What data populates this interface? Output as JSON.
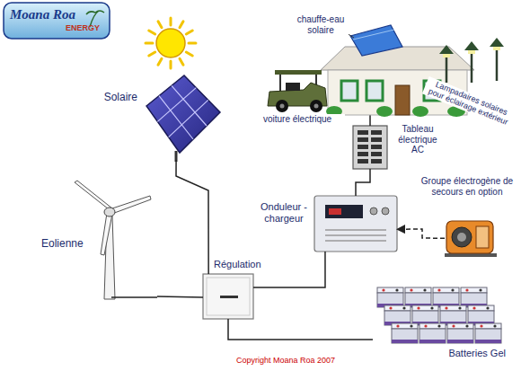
{
  "diagram": {
    "nodes": [
      {
        "text": [
          "Solaire"
        ]
      },
      {
        "text": [
          "Tableau électrique AC"
        ]
      },
      {
        "text": [
          "Onduleur - chargeur"
        ]
      },
      {
        "text": [
          "Groupe électrogène de secours en option"
        ]
      },
      {
        "text": [
          "Eolienne"
        ]
      },
      {
        "text": [
          "Régulation"
        ]
      },
      {
        "text": [
          "Batteries Gel"
        ]
      }
    ],
    "edges": [
      {
        "from": 0,
        "to": 5,
        "arrow": "none"
      },
      {
        "from": 4,
        "to": 5,
        "arrow": "none"
      },
      {
        "from": 5,
        "to": 6,
        "arrow": "none"
      },
      {
        "from": 5,
        "to": 2,
        "arrow": "none"
      },
      {
        "from": 2,
        "to": 1,
        "arrow": "none"
      },
      {
        "from": 3,
        "to": 2,
        "arrow": "to"
      }
    ],
    "labels": [
      "Moana Roa",
      "ENERGY",
      "chauffe-eau solaire",
      "voiture électrique",
      "Lampadaires solaires pour éclairage extérieur",
      "Copyright Moana Roa 2007"
    ]
  }
}
